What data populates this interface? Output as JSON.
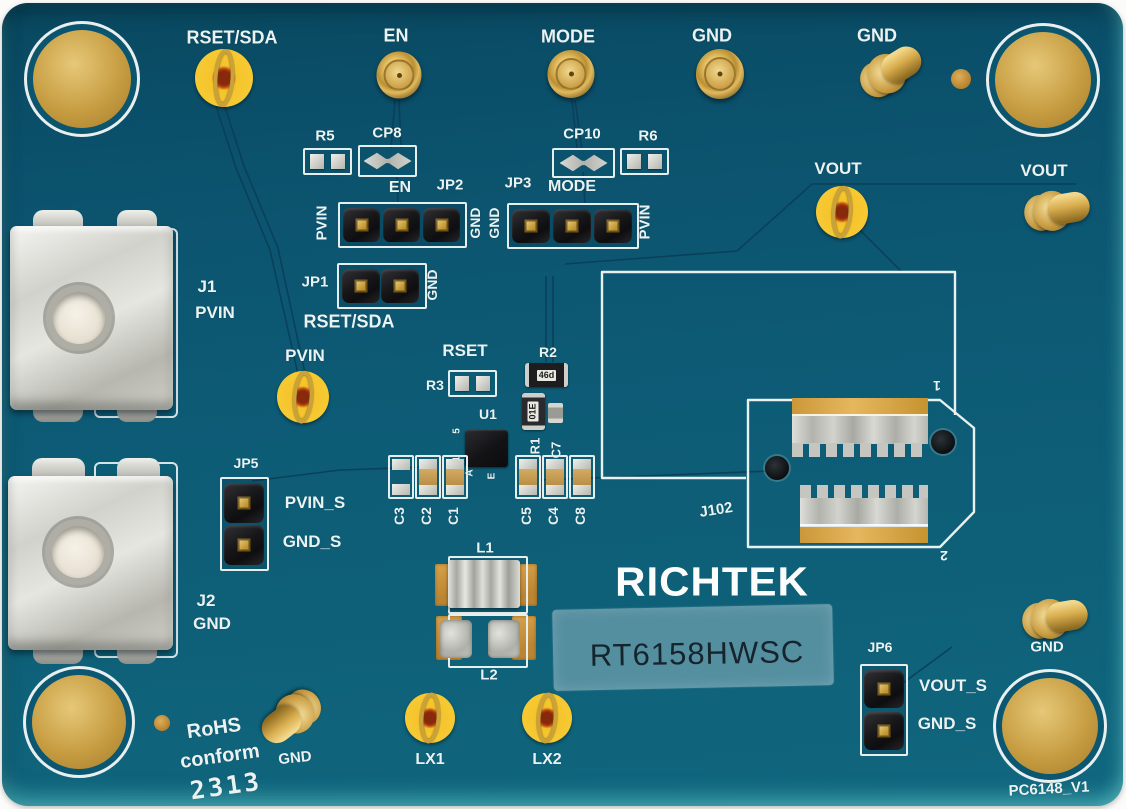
{
  "board": {
    "logo": "RICHTEK",
    "part_number": "RT6158HWSC",
    "pcb_rev": "PC6148_V1",
    "rohs_line1": "RoHS",
    "rohs_line2": "conform",
    "date_code": "2313"
  },
  "test_points": {
    "rset_sda": "RSET/SDA",
    "en": "EN",
    "mode": "MODE",
    "gnd_top_left": "GND",
    "gnd_top_right": "GND",
    "vout_tp": "VOUT",
    "vout_pin": "VOUT",
    "pvin": "PVIN",
    "gnd_bottom_left": "GND",
    "lx1": "LX1",
    "lx2": "LX2",
    "gnd_bottom_right": "GND"
  },
  "power_terminals": {
    "j1_ref": "J1",
    "j1_net": "PVIN",
    "j2_ref": "J2",
    "j2_net": "GND"
  },
  "output_connector": {
    "ref": "J102",
    "pin1": "1",
    "pin2": "2"
  },
  "jumpers": {
    "jp1": {
      "ref": "JP1",
      "signal": "RSET/SDA",
      "right": "GND"
    },
    "jp2": {
      "ref": "JP2",
      "signal": "EN",
      "left": "PVIN",
      "right": "GND"
    },
    "jp3": {
      "ref": "JP3",
      "signal": "MODE",
      "left": "GND",
      "right": "PVIN"
    },
    "jp5": {
      "ref": "JP5",
      "pin1": "PVIN_S",
      "pin2": "GND_S"
    },
    "jp6": {
      "ref": "JP6",
      "pin1": "VOUT_S",
      "pin2": "GND_S"
    }
  },
  "components": {
    "r5": "R5",
    "cp8": "CP8",
    "cp10": "CP10",
    "r6": "R6",
    "rset": "RSET",
    "r3": "R3",
    "r2": "R2",
    "r2_marking": "46d",
    "r1": "R1",
    "r1_marking": "01E",
    "c7": "C7",
    "u1": "U1",
    "u1_pin5": "5",
    "u1_pin1": "1",
    "u1_pin_a": "A",
    "u1_pin_e": "E",
    "c3": "C3",
    "c2": "C2",
    "c1": "C1",
    "c5": "C5",
    "c4": "C4",
    "c8": "C8",
    "l1": "L1",
    "l2": "L2"
  },
  "colors": {
    "board_teal": "#0d5a75",
    "silkscreen": "#eaf2f2",
    "gold": "#c79d42",
    "test_point_yellow": "#f6c933"
  }
}
